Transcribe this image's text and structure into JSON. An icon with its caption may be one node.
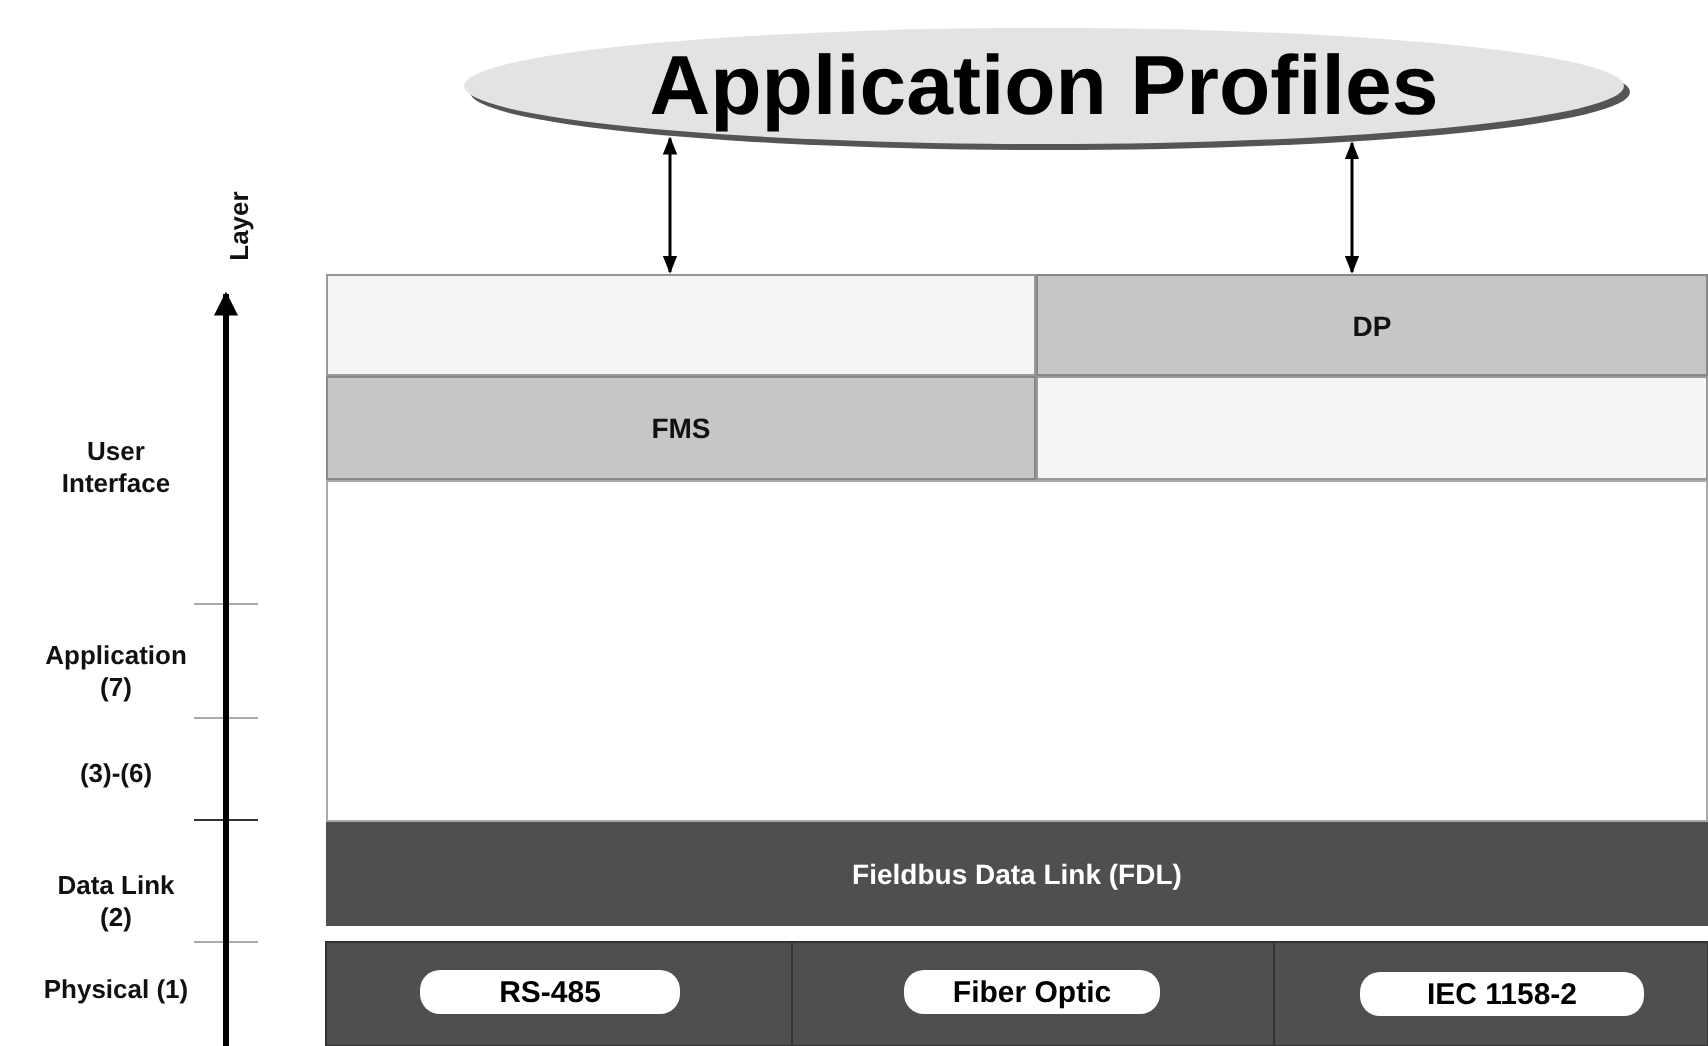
{
  "diagram": {
    "nodes": [
      {
        "text": [
          "Application Profiles"
        ]
      },
      {
        "text": [],
        "shape": "box"
      },
      {
        "text": [
          "DP"
        ]
      },
      {
        "text": [
          "FMS"
        ]
      },
      {
        "text": [],
        "shape": "box"
      },
      {
        "text": [],
        "shape": "box"
      },
      {
        "text": [
          "Fieldbus Data Link (FDL)"
        ]
      },
      {
        "text": [
          "RS-485"
        ]
      },
      {
        "text": [
          "Fiber Optic"
        ]
      },
      {
        "text": [
          "IEC 1158-2"
        ]
      }
    ],
    "edges": [
      {
        "from": 0,
        "to": 1,
        "arrow": "both"
      },
      {
        "from": 0,
        "to": 2,
        "arrow": "both"
      }
    ],
    "labels": [
      "Layer",
      "User Interface",
      "Application (7)",
      "(3)-(6)",
      "Data Link (2)",
      "Physical (1)"
    ]
  }
}
